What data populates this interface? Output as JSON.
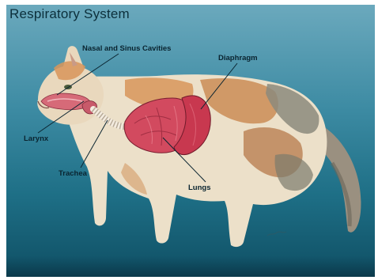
{
  "figure": {
    "title": "Respiratory System",
    "labels": {
      "nasal": "Nasal and Sinus Cavities",
      "diaphragm": "Diaphragm",
      "larynx": "Larynx",
      "trachea": "Trachea",
      "lungs": "Lungs"
    },
    "colors": {
      "background_top": "#6ba9bd",
      "background_bottom": "#0f4f64",
      "lung": "#d24a5f",
      "diaphragm": "#c8384f",
      "cat_cream": "#f1e6d2",
      "cat_orange": "#d8955a",
      "cat_gray": "#8c8a7c"
    }
  }
}
